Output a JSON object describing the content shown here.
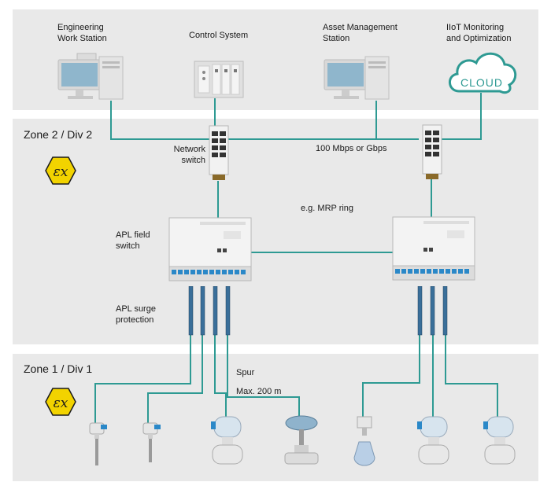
{
  "top": {
    "engineering_ws": "Engineering\nWork Station",
    "control_system": "Control System",
    "asset_mgmt": "Asset Management\nStation",
    "iiot": "IIoT Monitoring\nand Optimization",
    "cloud": "CLOUD"
  },
  "zone2": {
    "title": "Zone 2 / Div 2",
    "network_switch": "Network\nswitch",
    "speed": "100 Mbps or Gbps",
    "ring": "e.g. MRP ring",
    "apl_field_switch": "APL field\nswitch",
    "apl_surge": "APL surge\nprotection"
  },
  "zone1": {
    "title": "Zone 1 / Div 1",
    "spur": "Spur",
    "max": "Max. 200 m"
  },
  "icons": {
    "ex": "ex-hazard-icon",
    "computer": "desktop-computer-icon",
    "control": "control-cabinet-icon",
    "cloud": "cloud-icon",
    "net_switch": "network-switch-icon",
    "apl_switch": "apl-field-switch-icon",
    "surge": "surge-protector-icon",
    "level_probe": "level-probe-icon",
    "flowmeter": "flowmeter-icon",
    "valve": "control-valve-icon",
    "radar": "radar-level-icon"
  },
  "colors": {
    "wire": "#2e9a93",
    "panel": "#e9e9e9",
    "ex_yellow": "#f2d300",
    "cloud": "#2e9a93"
  }
}
